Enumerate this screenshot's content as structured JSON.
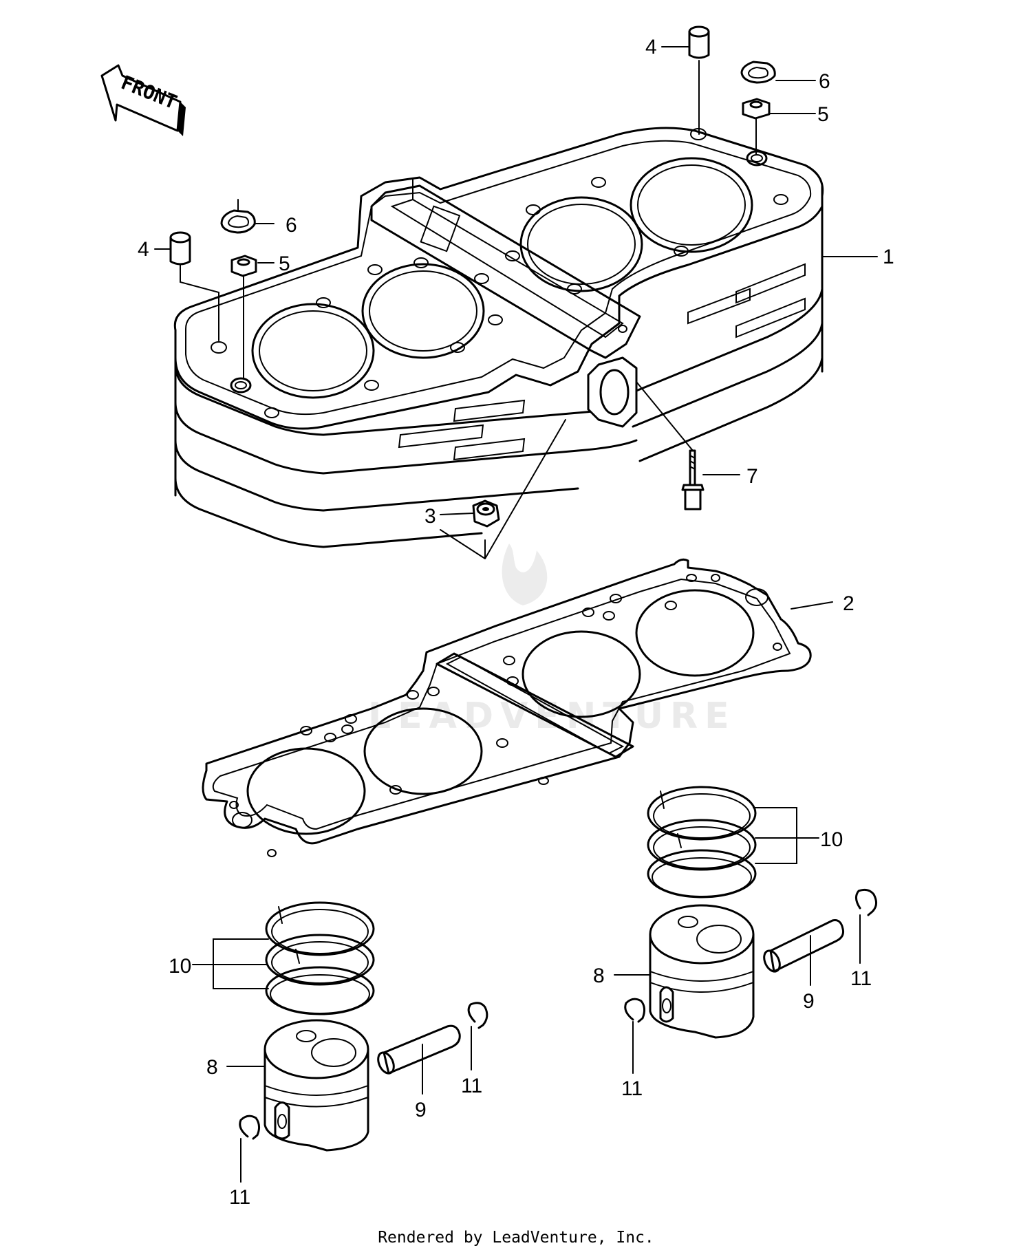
{
  "front_arrow": {
    "label": "FRONT"
  },
  "watermark": {
    "text": "LEADVENTURE"
  },
  "callouts": {
    "c1": "1",
    "c2": "2",
    "c3": "3",
    "c4a": "4",
    "c4b": "4",
    "c5a": "5",
    "c5b": "5",
    "c6a": "6",
    "c6b": "6",
    "c7": "7",
    "c8a": "8",
    "c8b": "8",
    "c9a": "9",
    "c9b": "9",
    "c10a": "10",
    "c10b": "10",
    "c11a": "11",
    "c11b": "11",
    "c11c": "11",
    "c11d": "11"
  },
  "footer": {
    "text": "Rendered by LeadVenture, Inc."
  }
}
